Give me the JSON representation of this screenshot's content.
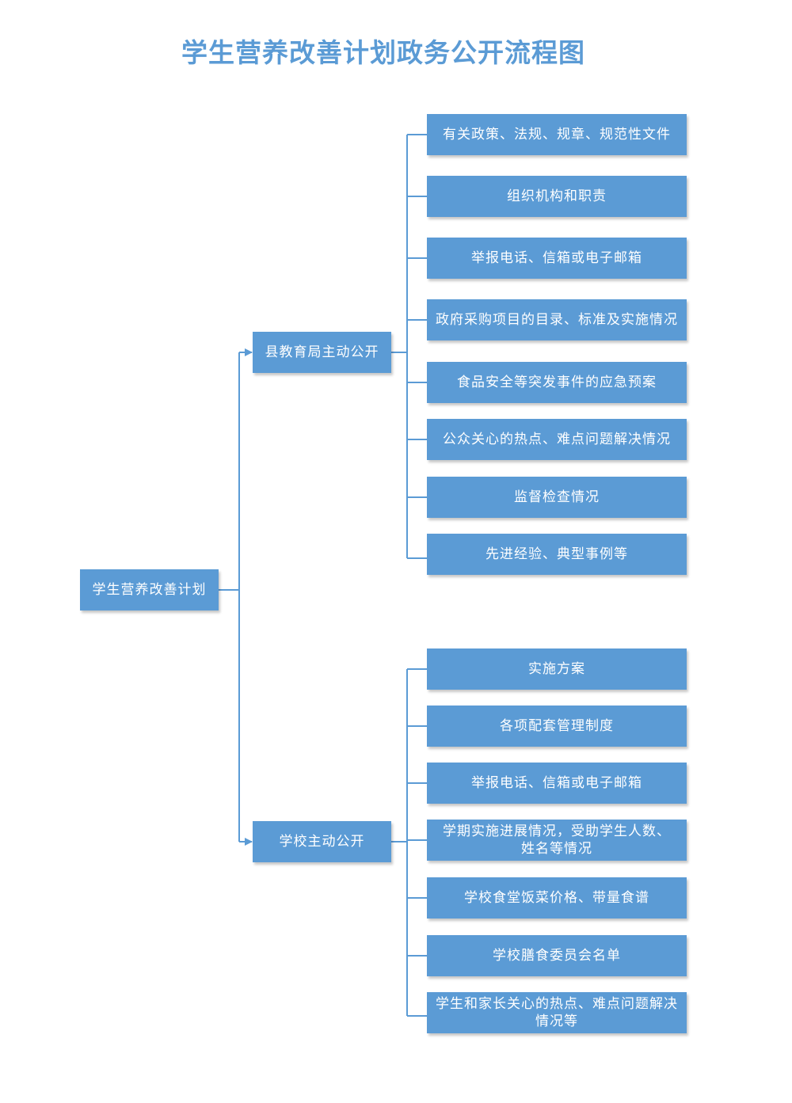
{
  "title": "学生营养改善计划政务公开流程图",
  "colors": {
    "box": "#5b9bd5",
    "line": "#5b9bd5",
    "title": "#5b9bd5",
    "text": "#ffffff"
  },
  "root": {
    "label": "学生营养改善计划"
  },
  "branches": [
    {
      "label": "县教育局主动公开",
      "items": [
        "有关政策、法规、规章、规范性文件",
        "组织机构和职责",
        "举报电话、信箱或电子邮箱",
        "政府采购项目的目录、标准及实施情况",
        "食品安全等突发事件的应急预案",
        "公众关心的热点、难点问题解决情况",
        "监督检查情况",
        "先进经验、典型事例等"
      ]
    },
    {
      "label": "学校主动公开",
      "items": [
        "实施方案",
        "各项配套管理制度",
        "举报电话、信箱或电子邮箱",
        "学期实施进展情况，受助学生人数、姓名等情况",
        "学校食堂饭菜价格、带量食谱",
        "学校膳食委员会名单",
        "学生和家长关心的热点、难点问题解决情况等"
      ]
    }
  ]
}
